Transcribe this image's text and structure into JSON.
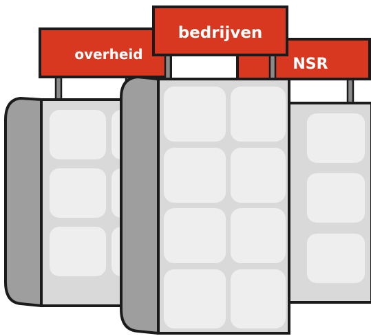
{
  "colors": {
    "sign_red": "#d8381f",
    "outline": "#1b1b1b",
    "panel_bg": "#d9d9d9",
    "cell_fill": "#eeeeee",
    "side_gray": "#9e9e9e",
    "pole_gray": "#8a8a8a"
  },
  "buildings": {
    "left": {
      "label": "overheid",
      "panel_rows": 3
    },
    "center": {
      "label": "bedrijven",
      "panel_rows": 4
    },
    "right": {
      "label": "NSR",
      "panel_rows": 3
    }
  }
}
